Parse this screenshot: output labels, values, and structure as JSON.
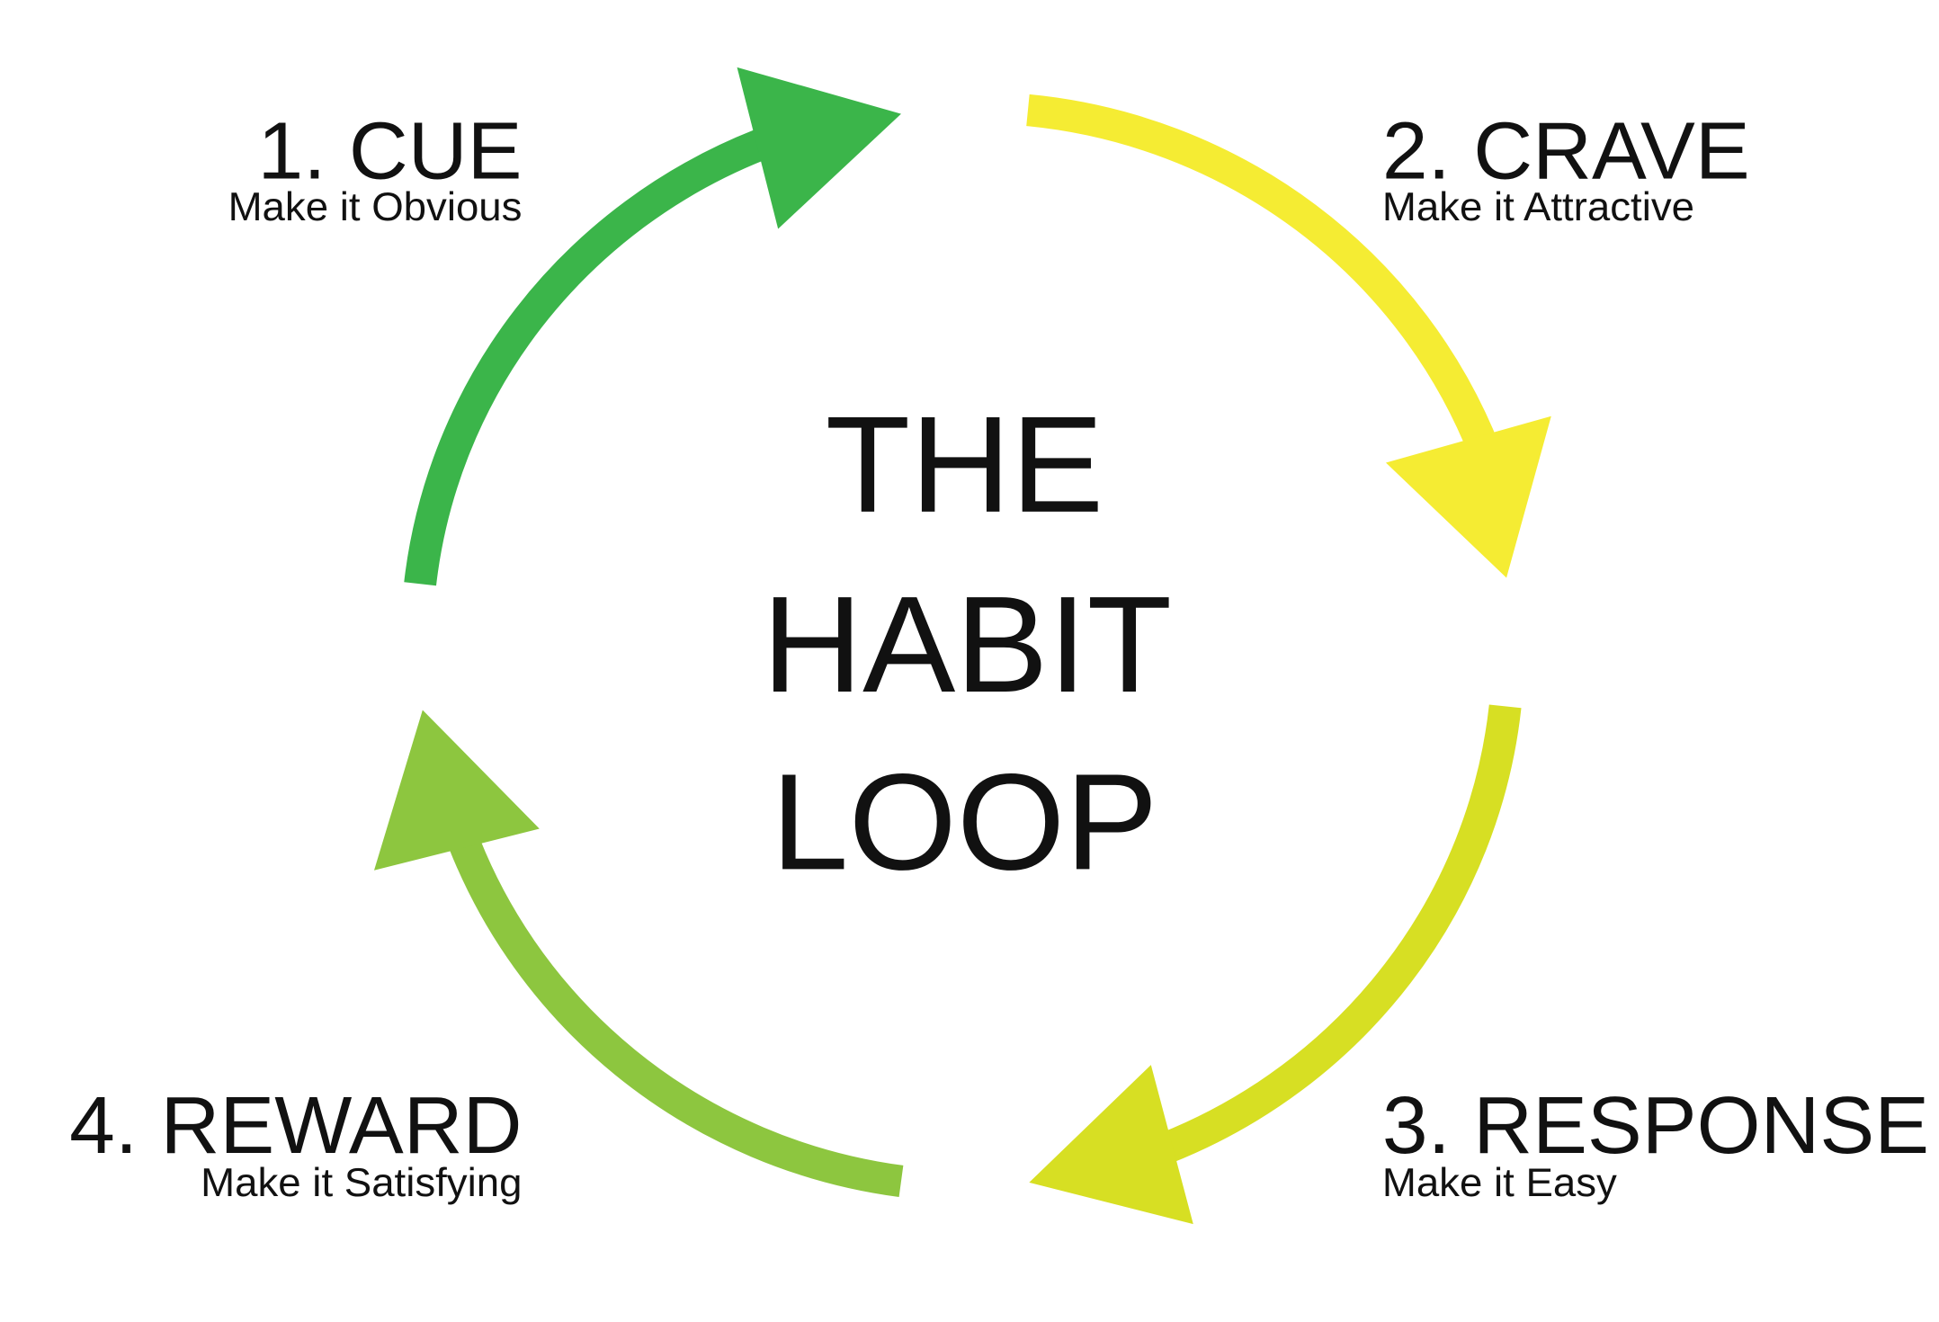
{
  "title": [
    "THE",
    "HABIT",
    "LOOP"
  ],
  "steps": [
    {
      "title": "1. CUE",
      "subtitle": "Make it Obvious",
      "color": "#3bb54a"
    },
    {
      "title": "2. CRAVE",
      "subtitle": "Make it Attractive",
      "color": "#f5ec33"
    },
    {
      "title": "3. RESPONSE",
      "subtitle": "Make it Easy",
      "color": "#d7df23"
    },
    {
      "title": "4. REWARD",
      "subtitle": "Make it Satisfying",
      "color": "#8dc63f"
    }
  ]
}
